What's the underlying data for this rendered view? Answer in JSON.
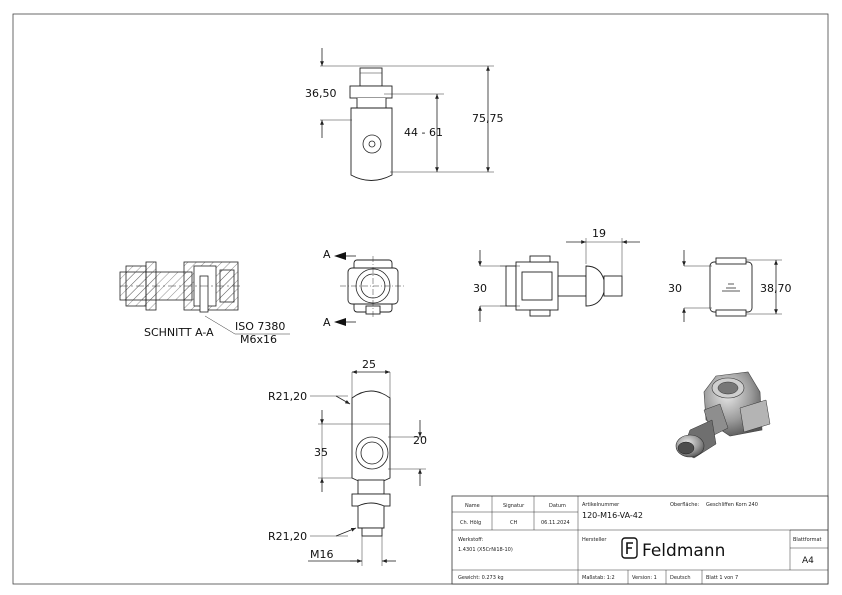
{
  "views": {
    "top": {
      "d_width": "36,50",
      "d_range": "44 - 61",
      "d_height": "75,75"
    },
    "section": {
      "caption": "SCHNITT A-A",
      "iso_line1": "ISO 7380",
      "iso_line2": "M6x16"
    },
    "front": {
      "arrow_top": "A",
      "arrow_bottom": "A"
    },
    "side": {
      "d_height": "30",
      "d_depth": "19"
    },
    "end": {
      "d_height": "30",
      "d_diameter": "38,70"
    },
    "bottom": {
      "d_width": "25",
      "d_radius_top": "R21,20",
      "d_height": "35",
      "d_hole": "20",
      "d_radius_bottom": "R21,20",
      "d_thread": "M16"
    }
  },
  "title_block": {
    "name_header": "Name",
    "signature_header": "Signatur",
    "date_header": "Datum",
    "name_value": "Ch. Hölg",
    "signature_value": "CH",
    "date_value": "06.11.2024",
    "article_label": "Artikelnummer",
    "article_value": "120-M16-VA-42",
    "surface_label": "Oberfläche:",
    "surface_value": "Geschliffen Korn 240",
    "material_label": "Werkstoff:",
    "material_value": "1.4301 (X5CrNi18-10)",
    "manufacturer_label": "Hersteller",
    "brand": "Feldmann",
    "format_label": "Blattformat",
    "format_value": "A4",
    "weight": "Gewicht: 0.273 kg",
    "scale": "Maßstab: 1:2",
    "version": "Version: 1",
    "language": "Deutsch",
    "sheet": "Blatt 1 von 7"
  }
}
